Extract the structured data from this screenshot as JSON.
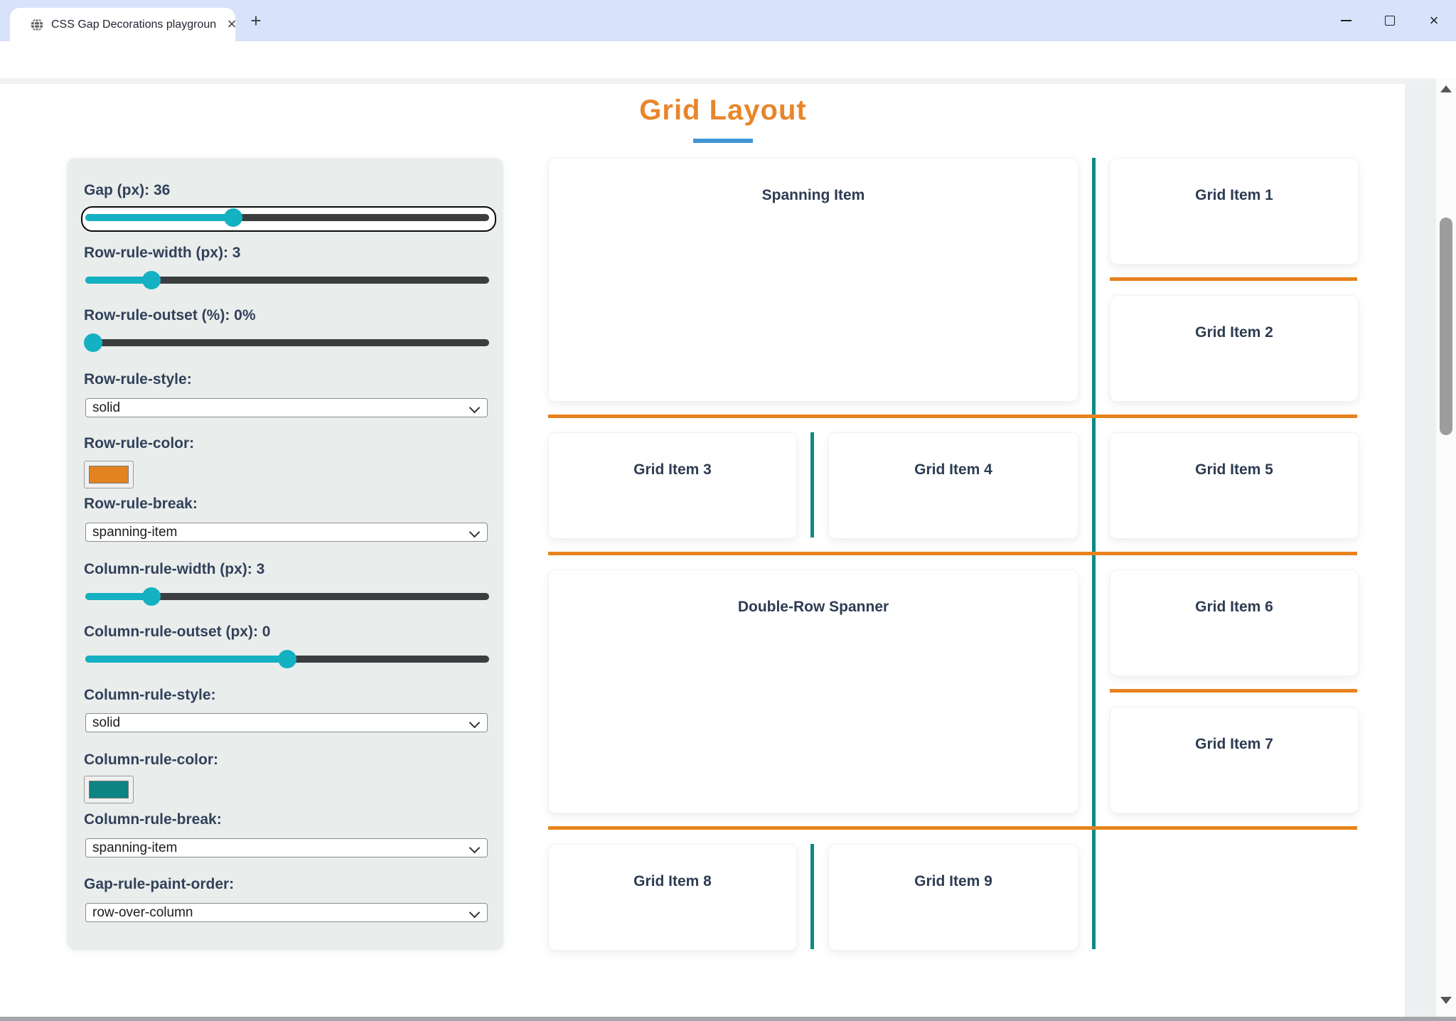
{
  "colors": {
    "accent_orange": "#e8831d",
    "accent_teal": "#0d8a88",
    "slider_teal": "#14b1c2",
    "underline_blue": "#4096d2",
    "title_orange": "#e8862b"
  },
  "browser": {
    "tab": {
      "title": "CSS Gap Decorations playgroun",
      "close_glyph": "×"
    },
    "new_tab_glyph": "+",
    "url": "microsoftedge.github.io/Demos/css-gap-decorations/playground.html"
  },
  "page": {
    "title": "Grid Layout"
  },
  "sidebar": {
    "controls": [
      {
        "type": "slider",
        "label": "Gap (px): 36",
        "percent": 36.6,
        "focused": true
      },
      {
        "type": "slider",
        "label": "Row-rule-width (px): 3",
        "percent": 16.4
      },
      {
        "type": "slider",
        "label": "Row-rule-outset (%): 0%",
        "percent": 2
      },
      {
        "type": "select",
        "label": "Row-rule-style:",
        "value": "solid"
      },
      {
        "type": "color",
        "label": "Row-rule-color:",
        "value": "#e2831f"
      },
      {
        "type": "select",
        "label": "Row-rule-break:",
        "value": "spanning-item"
      },
      {
        "type": "slider",
        "label": "Column-rule-width (px): 3",
        "percent": 16.4
      },
      {
        "type": "slider",
        "label": "Column-rule-outset (px): 0",
        "percent": 50
      },
      {
        "type": "select",
        "label": "Column-rule-style:",
        "value": "solid"
      },
      {
        "type": "color",
        "label": "Column-rule-color:",
        "value": "#0c8483"
      },
      {
        "type": "select",
        "label": "Column-rule-break:",
        "value": "spanning-item"
      },
      {
        "type": "select",
        "label": "Gap-rule-paint-order:",
        "value": "row-over-column"
      }
    ]
  },
  "grid": {
    "items": [
      {
        "label": "Spanning Item"
      },
      {
        "label": "Grid Item 1"
      },
      {
        "label": "Grid Item 2"
      },
      {
        "label": "Grid Item 3"
      },
      {
        "label": "Grid Item 4"
      },
      {
        "label": "Grid Item 5"
      },
      {
        "label": "Double-Row Spanner"
      },
      {
        "label": "Grid Item 6"
      },
      {
        "label": "Grid Item 7"
      },
      {
        "label": "Grid Item 8"
      },
      {
        "label": "Grid Item 9"
      }
    ]
  }
}
